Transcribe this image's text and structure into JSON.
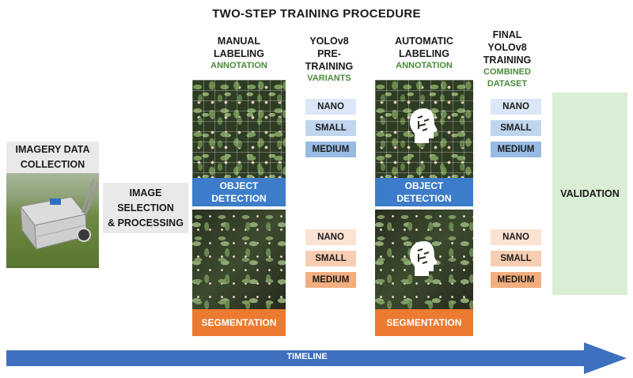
{
  "title": "TWO-STEP TRAINING PROCEDURE",
  "columns": {
    "manual": {
      "line1": "MANUAL",
      "line2": "LABELING",
      "sub": "ANNOTATION"
    },
    "pretrain": {
      "line1": "YOLOv8",
      "line2": "PRE-TRAINING",
      "sub": "VARIANTS"
    },
    "auto": {
      "line1": "AUTOMATIC",
      "line2": "LABELING",
      "sub": "ANNOTATION"
    },
    "final": {
      "line1": "FINAL YOLOv8",
      "line2": "TRAINING",
      "sub1": "COMBINED",
      "sub2": "DATASET"
    }
  },
  "imagery": {
    "line1": "IMAGERY DATA",
    "line2": "COLLECTION"
  },
  "selection": {
    "line1": "IMAGE",
    "line2": "SELECTION",
    "line3": "& PROCESSING"
  },
  "tasks": {
    "detection": {
      "line1": "OBJECT",
      "line2": "DETECTION"
    },
    "segmentation": "SEGMENTATION"
  },
  "variants": {
    "nano": "NANO",
    "small": "SMALL",
    "medium": "MEDIUM"
  },
  "validation": "VALIDATION",
  "timeline": "TIMELINE",
  "colors": {
    "detection_blue": "#3d7cc9",
    "segmentation_orange": "#ec7a30",
    "annotation_green": "#4b8a3b",
    "validation_bg": "#d9eed4",
    "timeline_arrow": "#3f6fbf"
  }
}
